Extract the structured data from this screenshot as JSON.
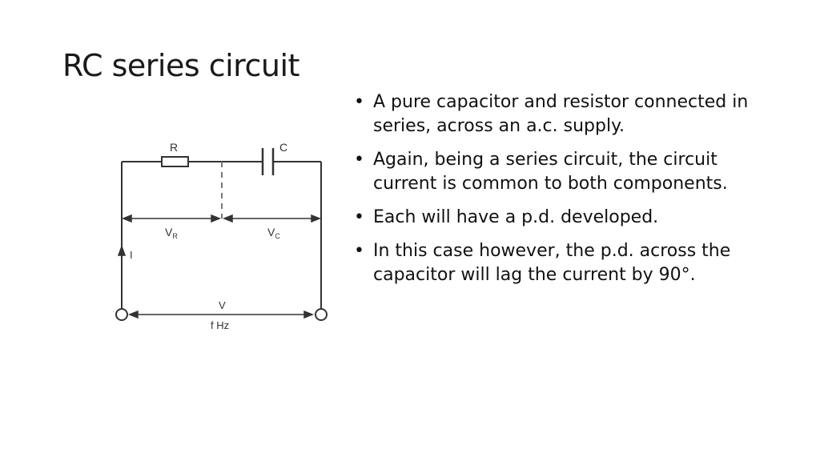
{
  "slide": {
    "title": "RC series circuit"
  },
  "diagram": {
    "labels": {
      "resistor": "R",
      "capacitor": "C",
      "vr_main": "V",
      "vr_sub": "R",
      "vc_main": "V",
      "vc_sub": "C",
      "current": "I",
      "supply_voltage": "V",
      "frequency": "f Hz"
    }
  },
  "bullets": [
    {
      "marker": "•",
      "text": " A pure capacitor and resistor connected in series, across an a.c. supply."
    },
    {
      "marker": "•",
      "text": "Again, being a series circuit, the circuit current is common to both components."
    },
    {
      "marker": "•",
      "text": " Each will have a p.d. developed."
    },
    {
      "marker": "•",
      "text": " In this case however, the p.d. across the capacitor will  lag  the current by 90°."
    }
  ]
}
